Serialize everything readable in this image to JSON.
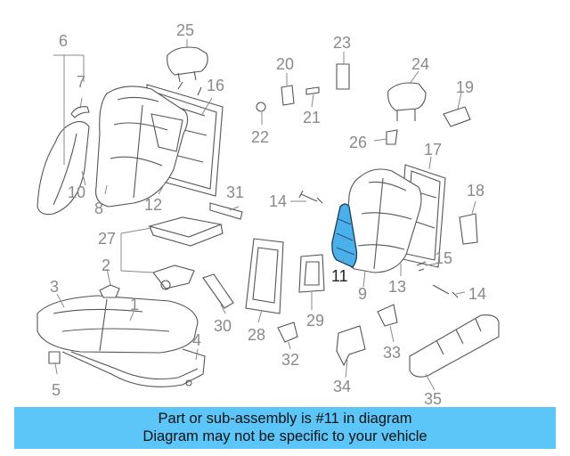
{
  "callouts": {
    "c1": "1",
    "c2": "2",
    "c3": "3",
    "c4": "4",
    "c5": "5",
    "c6": "6",
    "c7": "7",
    "c8": "8",
    "c9": "9",
    "c10": "10",
    "c11": "11",
    "c12": "12",
    "c13": "13",
    "c14a": "14",
    "c14b": "14",
    "c15": "15",
    "c16": "16",
    "c17": "17",
    "c18": "18",
    "c19": "19",
    "c20": "20",
    "c21": "21",
    "c22": "22",
    "c23": "23",
    "c24": "24",
    "c25": "25",
    "c26": "26",
    "c27": "27",
    "c28": "28",
    "c29": "29",
    "c30": "30",
    "c31": "31",
    "c32": "32",
    "c33": "33",
    "c34": "34",
    "c35": "35"
  },
  "highlighted_part": "11",
  "colors": {
    "highlight": "#4ab0ec",
    "banner": "#5bc6f7"
  },
  "banner": {
    "line1": "Part or sub-assembly is #11 in diagram",
    "line2": "Diagram may not be specific to your vehicle"
  }
}
